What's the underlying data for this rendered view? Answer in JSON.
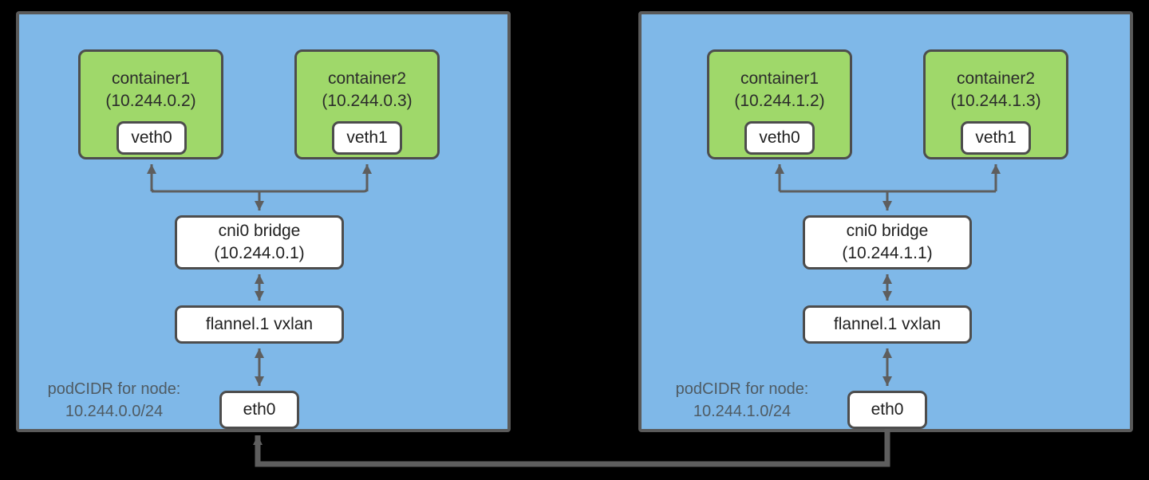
{
  "diagram": {
    "title": "Kubernetes flannel vxlan pod networking across two nodes",
    "background_color": "#000000",
    "colors": {
      "node_fill": "#7FB8E8",
      "node_border": "#5A5A5A",
      "container_fill": "#9FD86A",
      "box_border": "#4D4D4D",
      "box_fill": "#FFFFFF",
      "connector": "#5E5E5E",
      "caption_text": "#4F5B63",
      "box_text": "#1F1F1F"
    }
  },
  "nodes": [
    {
      "id": "node-left",
      "containers": [
        {
          "name": "container1",
          "ip": "(10.244.0.2)",
          "veth": "veth0"
        },
        {
          "name": "container2",
          "ip": "(10.244.0.3)",
          "veth": "veth1"
        }
      ],
      "bridge": {
        "name": "cni0 bridge",
        "ip": "(10.244.0.1)"
      },
      "overlay": {
        "name": "flannel.1 vxlan"
      },
      "nic": {
        "name": "eth0"
      },
      "podcidr": {
        "label": "podCIDR for node:",
        "value": "10.244.0.0/24"
      }
    },
    {
      "id": "node-right",
      "containers": [
        {
          "name": "container1",
          "ip": "(10.244.1.2)",
          "veth": "veth0"
        },
        {
          "name": "container2",
          "ip": "(10.244.1.3)",
          "veth": "veth1"
        }
      ],
      "bridge": {
        "name": "cni0 bridge",
        "ip": "(10.244.1.1)"
      },
      "overlay": {
        "name": "flannel.1 vxlan"
      },
      "nic": {
        "name": "eth0"
      },
      "podcidr": {
        "label": "podCIDR for node:",
        "value": "10.244.1.0/24"
      }
    }
  ],
  "connections": {
    "veth_to_bridge": "veth interfaces join a shared bus that points into the cni0 bridge",
    "bridge_to_flannel": "bidirectional",
    "flannel_to_eth0": "bidirectional",
    "eth0_to_eth0": "underlay link between the two node eth0 interfaces"
  }
}
